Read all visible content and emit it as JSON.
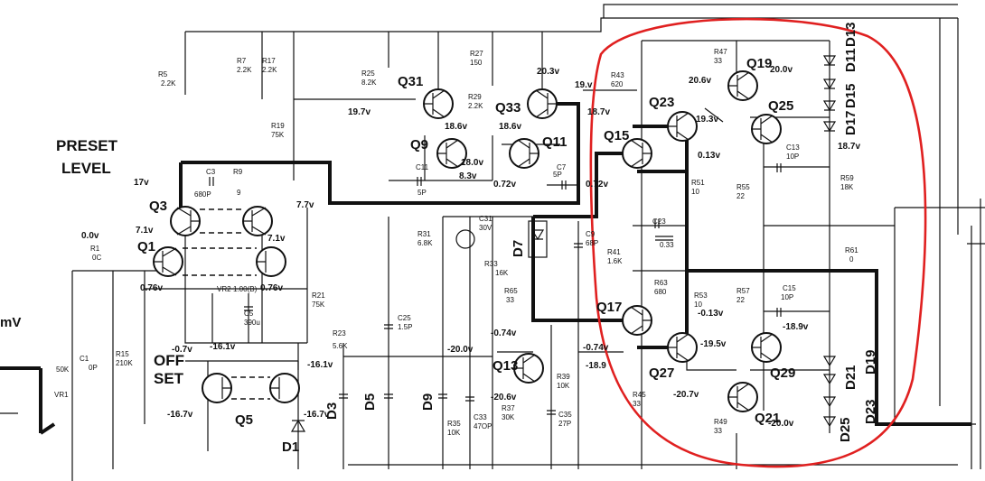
{
  "labels": {
    "preset_1": "PRESET",
    "preset_2": "LEVEL",
    "offset_1": "OFF",
    "offset_2": "SET",
    "mv": "mV"
  },
  "transistors": {
    "q1": "Q1",
    "q3": "Q3",
    "q5": "Q5",
    "q9": "Q9",
    "q11": "Q11",
    "q13": "Q13",
    "q15": "Q15",
    "q17": "Q17",
    "q19": "Q19",
    "q21": "Q21",
    "q23": "Q23",
    "q25": "Q25",
    "q27": "Q27",
    "q29": "Q29",
    "q31": "Q31",
    "q33": "Q33"
  },
  "diodes": {
    "d1": "D1",
    "d3": "D3",
    "d5": "D5",
    "d7": "D7",
    "d9": "D9",
    "d11": "D11",
    "d13": "D13",
    "d15": "D15",
    "d17": "D17",
    "d19": "D19",
    "d21": "D21",
    "d23": "D23",
    "d25": "D25"
  },
  "voltages": {
    "v17": "17v",
    "v71": "7.1v",
    "v00": "0.0v",
    "v076l": "0.76v",
    "v076r": "0.76v",
    "v77": "7.7v",
    "v71r": "7.1v",
    "v197": "19.7v",
    "v186a": "18.6v",
    "v186b": "18.6v",
    "v180": "18.0v",
    "v83": "8.3v",
    "v203": "20.3v",
    "v072a": "0.72v",
    "v072b": "0.72v",
    "v187": "18.7v",
    "v19": "19.v",
    "v206": "20.6v",
    "v200t": "20.0v",
    "v193": "19.3v",
    "v013": "0.13v",
    "v187r": "18.7v",
    "v161a": "-16.1v",
    "v161b": "-16.1v",
    "v167a": "-16.7v",
    "v167b": "-16.7v",
    "v200b": "-20.0v",
    "v074a": "-0.74v",
    "v074b": "-0.74v",
    "v206b": "-20.6v",
    "v189a": "-18.9",
    "v013b": "-0.13v",
    "v195": "-19.5v",
    "v189b": "-18.9v",
    "v207": "-20.7v",
    "v200c": "-20.0v",
    "v07": "-0.7v"
  },
  "components": {
    "c3": "C3",
    "c3v": "680P",
    "r9": "R9",
    "r9v": "9",
    "c11": "C11",
    "c11v": "5P",
    "c7": "C7",
    "c7v": "5P",
    "c23": "C23",
    "c23v": "0.33",
    "c13": "C13",
    "c13v": "10P",
    "c15": "C15",
    "c15v": "10P",
    "r63": "R63",
    "r63v": "680",
    "r41": "R41",
    "r41v": "1.6K",
    "r61": "R61",
    "r61v": "0",
    "r23": "R23",
    "r23v": "5.6K",
    "vr2": "VR2",
    "vr2v": "1.00(B)",
    "c9": "C9",
    "c9v": "68P",
    "r31": "R31",
    "r31v": "6.8K",
    "r33": "R33",
    "r33v": "16K",
    "c5": "C5",
    "c5v": "390u",
    "r27": "R27",
    "r27v": "150",
    "r25": "R25",
    "r25v": "8.2K",
    "r29": "R29",
    "r29v": "2.2K",
    "r43": "R43",
    "r43v": "620",
    "r47": "R47",
    "r47v": "33",
    "r49": "R49",
    "r49v": "33",
    "r51": "R51",
    "r51v": "10",
    "r53": "R53",
    "r53v": "10",
    "r55": "R55",
    "r55v": "22",
    "r57": "R57",
    "r57v": "22",
    "r59": "R59",
    "r59v": "18K",
    "r65": "R65",
    "r65v": "33",
    "r37": "R37",
    "r37v": "30K",
    "r39": "R39",
    "r39v": "10K",
    "r35": "R35",
    "r35v": "10K",
    "c33": "C33",
    "c33v": "47OP",
    "c35": "C35",
    "c35v": "27P",
    "c25": "C25",
    "c25v": "1.5P",
    "r19": "R19",
    "r19v": "75K",
    "r21": "R21",
    "r21v": "75K",
    "r5": "R5",
    "r5v": "2.2K",
    "r7": "R7",
    "r7v": "2.2K",
    "r17": "R17",
    "r17v": "2.2K",
    "r15": "R15",
    "r15v": "210K",
    "r45": "R45",
    "r45v": "33",
    "c1": "C1",
    "c1v": "0P",
    "vr1": "VR1",
    "vr1v": "50K",
    "r1": "R1",
    "r1v": "0C",
    "c31": "C31",
    "c31v": "30V"
  }
}
